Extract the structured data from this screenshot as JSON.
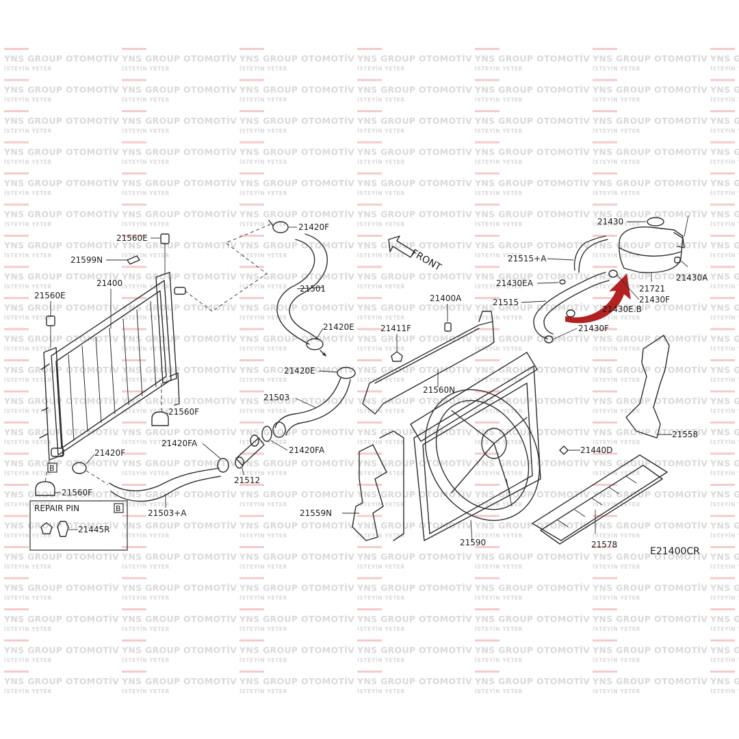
{
  "watermark": {
    "title": "YNS GROUP OTOMOTİV",
    "subtitle": "İSTEYİN YETER"
  },
  "diagram": {
    "code": "E21400CR",
    "front_label": "FRONT",
    "repair_pin": {
      "title": "REPAIR PIN",
      "badge": "B",
      "part": "21445R"
    },
    "badge_B": "B",
    "arrow_color": "#b22222",
    "parts": {
      "p21430": "21430",
      "p21515A": "21515+A",
      "p21430EA": "21430EA",
      "p21515": "21515",
      "p21430EB": "21430E.B",
      "p21430F_a": "21430F",
      "p21430F_b": "21430F",
      "p21721": "21721",
      "p21430A": "21430A",
      "p21420F_top": "21420F",
      "p21560E_top": "21560E",
      "p21599N": "21599N",
      "p21400": "21400",
      "p21560E_left": "21560E",
      "p21501": "21501",
      "p21420E_a": "21420E",
      "p21420E_b": "21420E",
      "p21503": "21503",
      "p21560F_mid": "21560F",
      "p21420FA_a": "21420FA",
      "p21420FA_b": "21420FA",
      "p21420F_low": "21420F",
      "p21512": "21512",
      "p21560F_low": "21560F",
      "p21503A": "21503+A",
      "p21400A": "21400A",
      "p21411F": "21411F",
      "p21560N": "21560N",
      "p21558": "21558",
      "p21440D": "21440D",
      "p21559N": "21559N",
      "p21590": "21590",
      "p21578": "21578"
    }
  }
}
